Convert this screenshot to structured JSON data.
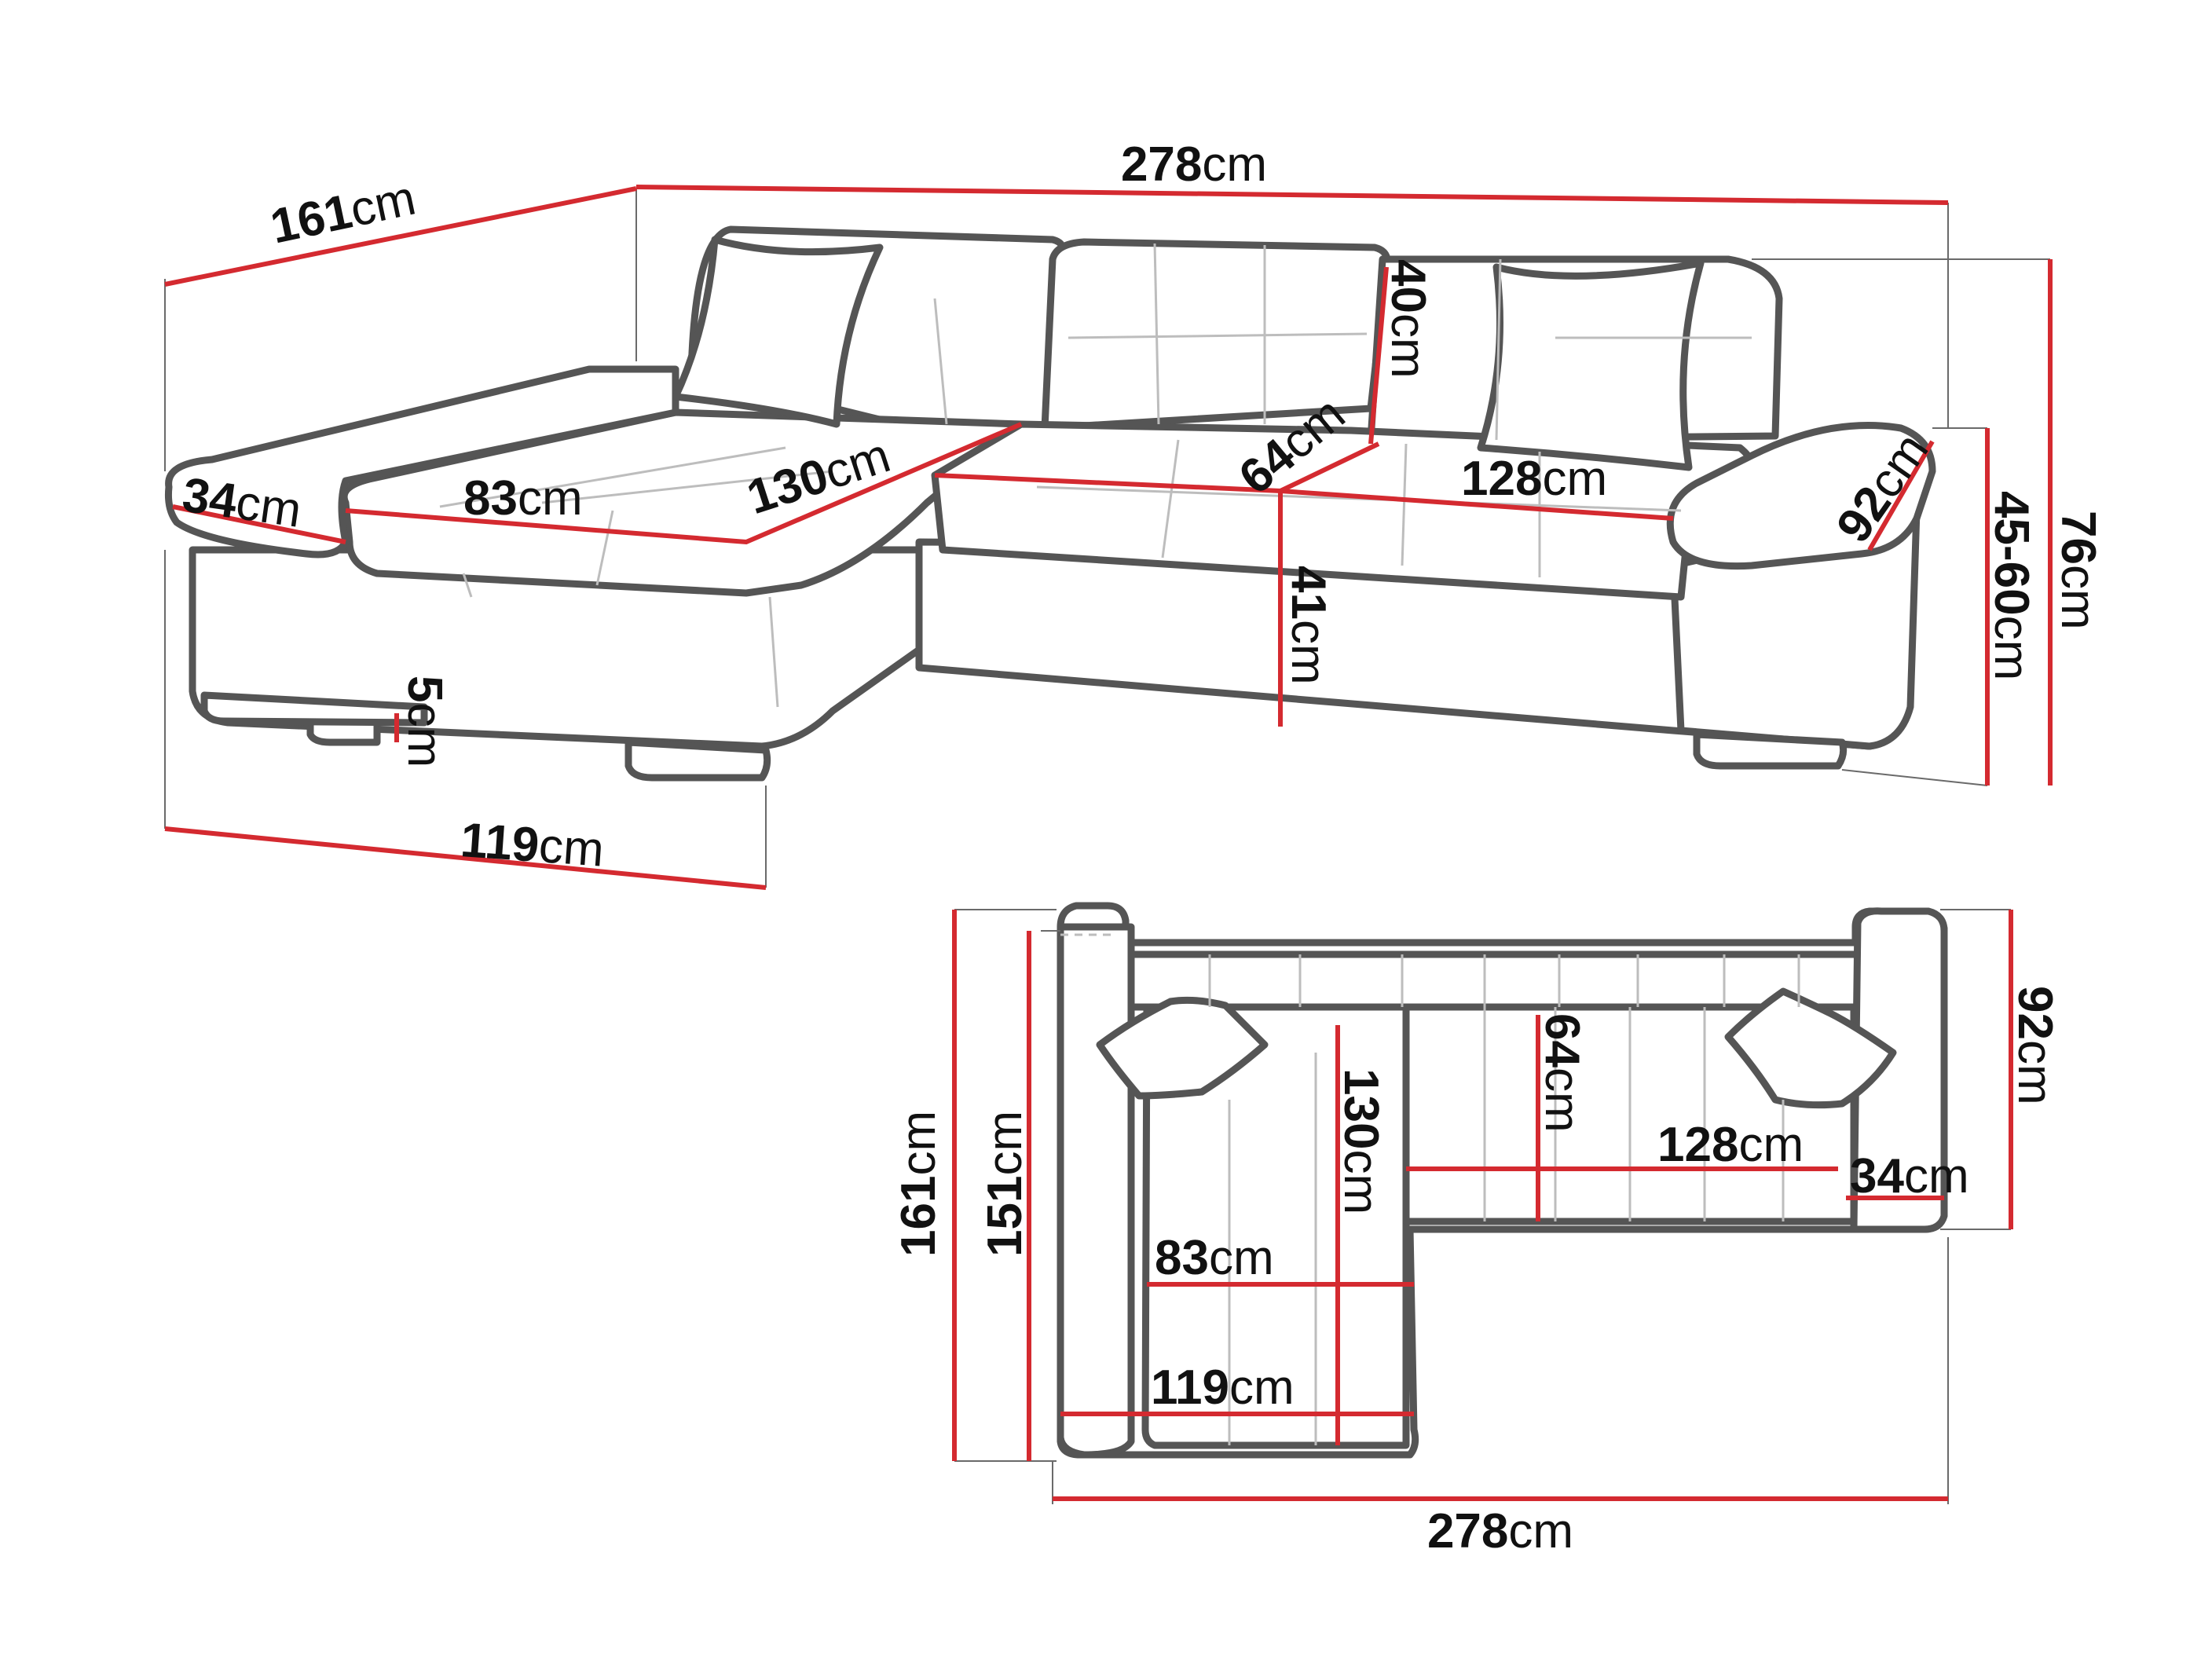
{
  "unit": "cm",
  "colors": {
    "dimension_line": "#d42a30",
    "outline": "#555555",
    "seam": "#bdbdbd",
    "text": "#111111",
    "background": "#ffffff"
  },
  "perspective": {
    "width_total": {
      "value": "278"
    },
    "depth_total": {
      "value": "161"
    },
    "armrest_width": {
      "value": "34"
    },
    "chaise_seat_width": {
      "value": "83"
    },
    "chaise_seat_depth": {
      "value": "130"
    },
    "seat_depth": {
      "value": "64"
    },
    "backrest_height": {
      "value": "40"
    },
    "seat_width": {
      "value": "128"
    },
    "armrest_depth": {
      "value": "92"
    },
    "seat_height": {
      "value": "41"
    },
    "foot_height": {
      "value": "5"
    },
    "chaise_length": {
      "value": "119"
    },
    "armrest_height_range": {
      "value": "45-60"
    },
    "total_height": {
      "value": "76"
    }
  },
  "top_view": {
    "depth_total": {
      "value": "161"
    },
    "chaise_inner_depth": {
      "value": "151"
    },
    "chaise_seat_depth": {
      "value": "130"
    },
    "seat_depth": {
      "value": "64"
    },
    "armrest_depth": {
      "value": "92"
    },
    "seat_width": {
      "value": "128"
    },
    "armrest_width": {
      "value": "34"
    },
    "chaise_seat_width": {
      "value": "83"
    },
    "chaise_length": {
      "value": "119"
    },
    "width_total": {
      "value": "278"
    }
  }
}
